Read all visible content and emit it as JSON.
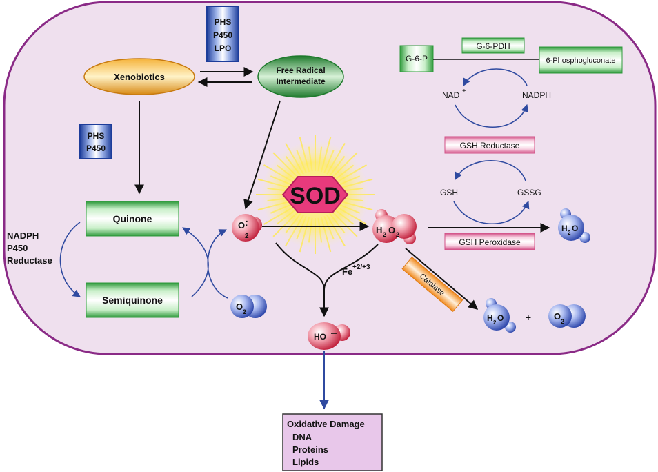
{
  "enzyme_boxes": {
    "phs_p450_lpo": [
      "PHS",
      "P450",
      "LPO"
    ],
    "phs_p450": [
      "PHS",
      "P450"
    ]
  },
  "nodes": {
    "xenobiotics": "Xenobiotics",
    "free_radical": [
      "Free Radical",
      "Intermediate"
    ],
    "quinone": "Quinone",
    "semiquinone": "Semiquinone",
    "sod": "SOD",
    "nadph_p450_reductase": [
      "NADPH",
      "P450",
      "Reductase"
    ],
    "iron": "Fe",
    "iron_charge": "+2/+3"
  },
  "molecules": {
    "superoxide": {
      "base": "O",
      "sup": "-",
      "dot": "·",
      "sub": "2"
    },
    "hydrogen_peroxide": {
      "h": "H",
      "h_sub": "2",
      "o": "O",
      "o_sub": "2"
    },
    "oxygen_left": {
      "base": "O",
      "sub": "2"
    },
    "oxygen_right": {
      "base": "O",
      "sub": "2"
    },
    "water_top": {
      "h": "H",
      "h_sub": "2",
      "o": "O"
    },
    "water_bottom": {
      "h": "H",
      "h_sub": "2",
      "o": "O"
    },
    "hydroxyl": "HO",
    "plus": "+"
  },
  "pathway": {
    "g6p": "G-6-P",
    "g6pdh": "G-6-PDH",
    "phosphogluconate": "6-Phosphogluconate",
    "nad": "NAD",
    "nad_sup": "+",
    "nadph": "NADPH",
    "gsh_reductase": "GSH Reductase",
    "gsh": "GSH",
    "gssg": "GSSG",
    "gsh_peroxidase": "GSH Peroxidase",
    "catalase": "Catalase"
  },
  "damage_box": {
    "title": "Oxidative Damage",
    "items": [
      "DNA",
      "Proteins",
      "Lipids"
    ]
  },
  "colors": {
    "cell_fill": "#efe0ee",
    "cell_border": "#8a2a86",
    "enzyme_blue": "#1d3d9a",
    "green_bar": "#2f9a3c",
    "pink_bar": "#d24f86",
    "molecule_red": "#d2374f",
    "molecule_blue": "#3c55b8",
    "arrow_blue": "#2f4aa0",
    "xeno_orange": "#d88a14",
    "free_radical_green": "#2d8b3a",
    "sod_pink": "#e83a7c",
    "sod_burst": "#ffe94a",
    "catalase_orange": "#f08a1e",
    "damage_fill": "#e8c7ea"
  }
}
